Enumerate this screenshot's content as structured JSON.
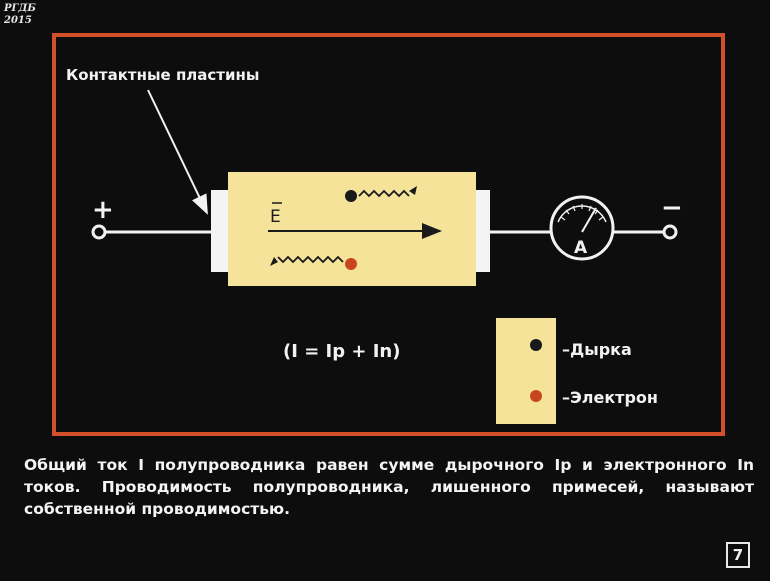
{
  "watermark": {
    "org": "РГДБ",
    "year": "2015"
  },
  "diagram": {
    "label_contacts": "Контактные пластины",
    "plus_sign": "+",
    "minus_sign": "−",
    "field_symbol": "E",
    "ammeter_symbol": "A",
    "formula": "(I = Ip + In)",
    "legend": {
      "hole_label": "–Дырка",
      "electron_label": "–Электрон",
      "hole_color": "#1a1a1a",
      "electron_color": "#c8461e"
    },
    "colors": {
      "frame": "#d2512a",
      "semiconductor": "#f5e39a",
      "wire": "#f2f2f2"
    }
  },
  "caption": {
    "text": "Общий ток I полупроводника равен сумме дырочного Ip и электронного In токов. Проводимость полупроводника, лишенного примесей, называют собственной проводимостью."
  },
  "page": {
    "number": "7"
  }
}
